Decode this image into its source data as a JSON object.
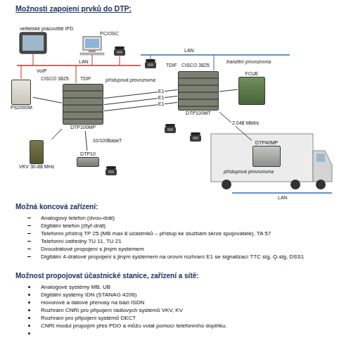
{
  "diagram": {
    "title": "Možnosti zapojení prvků do DTP:",
    "nodes": [
      {
        "text": [
          "PS2000M"
        ]
      },
      {
        "text": [
          "DTP100MP"
        ]
      },
      {
        "text": [
          "DTP100MT"
        ]
      },
      {
        "text": [
          "FCUE"
        ]
      },
      {
        "text": [
          "VKV 30-88 MHz"
        ]
      },
      {
        "text": [
          "DTP10"
        ]
      },
      {
        "text": [
          "DTP40MP"
        ]
      }
    ],
    "edges": [
      {
        "from": 0,
        "to": 1,
        "arrow": "none"
      },
      {
        "from": 1,
        "to": 2,
        "label": "E1",
        "arrow": "none"
      },
      {
        "from": 1,
        "to": 2,
        "label": "E1",
        "arrow": "none"
      },
      {
        "from": 1,
        "to": 2,
        "label": "E1",
        "arrow": "none"
      },
      {
        "from": 1,
        "to": 5,
        "label": "10/100BaseT",
        "arrow": "none"
      },
      {
        "from": 1,
        "to": 4,
        "arrow": "none"
      },
      {
        "from": 2,
        "to": 3,
        "arrow": "none"
      },
      {
        "from": 2,
        "to": 6,
        "label": "2.048 Mbit/s",
        "arrow": "none"
      }
    ],
    "labels": [
      "velitelské pracoviště IPD",
      "PC/OSC",
      "LAN",
      "VoIP",
      "TDIF",
      "CISCO 3825",
      "přístupová provozovna",
      "LAN",
      "TDIF",
      "CISCO 3825",
      "tranzitní provozovna",
      "přístupová provozovna",
      "LAN",
      "Možná koncová zařízení:",
      "Analogový telefon (dvou-drát)",
      "Digitální telefon (čtyř-drát)",
      "Telefonní přístroj TP 25 (MB max 8 účastníků – přístup ke službám skrze spojovatele), TA 57",
      "Telefonní ústředny TU 11, TU 21",
      "Dvoudrátové propojení s jiným systémem",
      "Digitální 4-drátové propojení s jiným systémem na úrovni rozhraní E1 se signalizací TTC sig, Q-sig, DSS1",
      "Možnost propojovat účastnické stanice, zařízení a sítě:",
      "Analogové systémy MB, UB",
      "Digitální systémy IDN (STANAG 4206)",
      "Hovorové a datové přenosy na bázi ISDN",
      "Rozhraní CNRI pro připojení rádiových systémů VKV, KV",
      "Rozhraní pro připojení systémů DECT",
      "CNRI modul propojím přes PDO a můžu volat pomocí telefonního doplňku."
    ]
  }
}
